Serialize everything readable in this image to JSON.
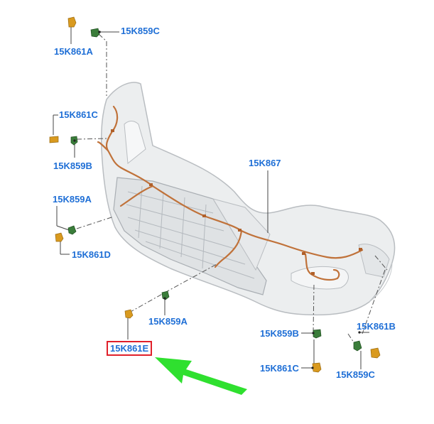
{
  "colors": {
    "label": "#1f6fd6",
    "highlight_box": "#e0202a",
    "arrow": "#2fe02f",
    "bumper_fill": "#eceeef",
    "bumper_edge": "#b9bdc1",
    "harness": "#c0723a",
    "connector": "#d99a1f",
    "sensor": "#3a7d3a",
    "leader": "#555555"
  },
  "labels": {
    "c859c_top": "15K859C",
    "c861a": "15K861A",
    "c861c_left": "15K861C",
    "c859b_left": "15K859B",
    "c867": "15K867",
    "c859a_left": "15K859A",
    "c861d": "15K861D",
    "c859a_bottom": "15K859A",
    "c861e": "15K861E",
    "c859b_right": "15K859B",
    "c861b": "15K861B",
    "c861c_bottom": "15K861C",
    "c859c_right": "15K859C"
  },
  "icons": [
    "connector-icon",
    "parking-sensor-icon",
    "pointer-arrow-icon"
  ],
  "highlighted_label": "15K861E"
}
